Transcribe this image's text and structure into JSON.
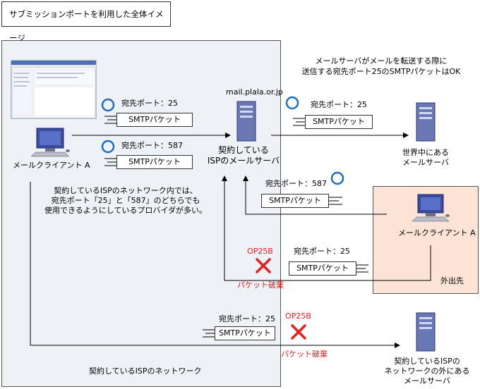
{
  "title": "サブミッションポートを利用した全体イメージ",
  "regions": {
    "isp_network_label": "契約しているISPのネットワーク",
    "outside_label": "外出先"
  },
  "nodes": {
    "isp_server_host": "mail.plala.or.jp",
    "isp_server_line1": "契約している",
    "isp_server_line2": "ISPのメールサーバ",
    "world_server_line1": "世界中にある",
    "world_server_line2": "メールサーバ",
    "external_server_line1": "契約しているISPの",
    "external_server_line2": "ネットワークの外にある",
    "external_server_line3": "メールサーバ",
    "client_inside": "メールクライアント A",
    "client_outside": "メールクライアント A"
  },
  "packets": {
    "p1_port": "宛先ポート：25",
    "p1_label": "SMTPパケット",
    "p2_port": "宛先ポート：587",
    "p2_label": "SMTPパケット",
    "p3_port": "宛先ポート：25",
    "p3_label": "SMTPパケット",
    "p4_port": "宛先ポート：587",
    "p4_label": "SMTPパケット",
    "p5_port": "宛先ポート：25",
    "p5_label": "SMTPパケット",
    "p6_port": "宛先ポート：25",
    "p6_label": "SMTPパケット"
  },
  "notes": {
    "server_forward_line1": "メールサーバがメールを転送する際に",
    "server_forward_line2": "送信する宛先ポート25のSMTPパケットはOK",
    "isp_inside_line1": "契約しているISPのネットワーク内では、",
    "isp_inside_line2": "宛先ポート「25」と「587」のどちらでも",
    "isp_inside_line3": "使用できるようにしているプロバイダが多い。"
  },
  "blocks": {
    "block1_tag": "OP25B",
    "block1_result": "パケット破棄",
    "block2_tag": "OP25B",
    "block2_result": "パケット破棄"
  },
  "colors": {
    "ok_circle": "#1f6fc0",
    "block_x": "#e8201c",
    "isp_region": "#eef1f6",
    "outside_region": "#fbe4d5"
  }
}
